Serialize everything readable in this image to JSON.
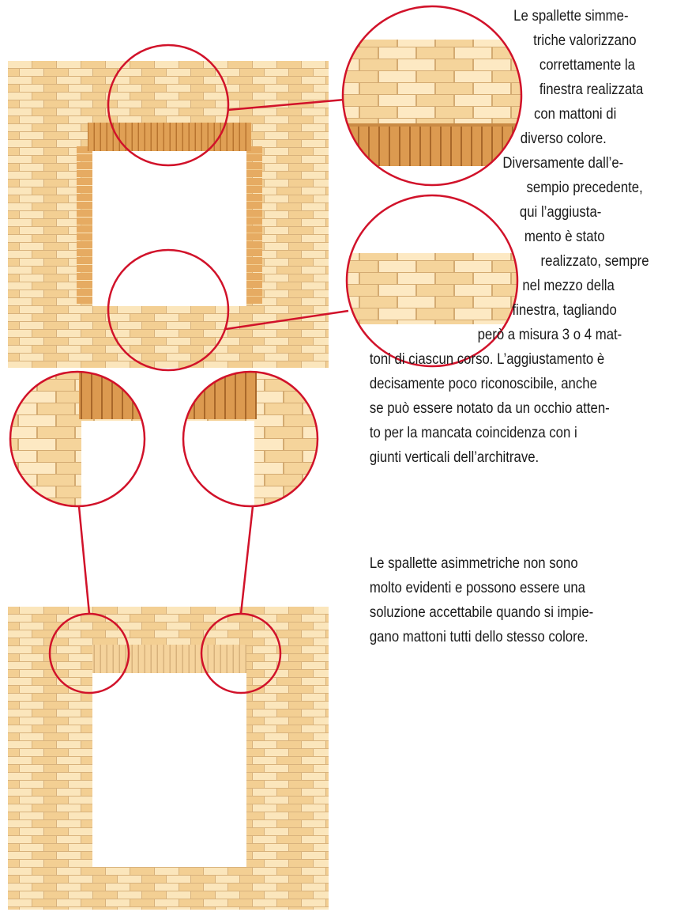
{
  "colors": {
    "wall": "#f3d6a6",
    "brick_light": "#fbe7bf",
    "brick_mid": "#f3cf93",
    "joint": "#d8b27c",
    "soldier_dark": "#df9c50",
    "soldier_joint": "#b8742f",
    "callout_red": "#d1122a",
    "text": "#1a1a1a"
  },
  "icons": [
    "magnifier-circle",
    "callout-line"
  ],
  "text_block_1": {
    "lines": [
      "Le spallette simme-",
      "triche valorizzano",
      "correttamente la",
      "finestra realizzata",
      "con mattoni di",
      "diverso colore.",
      "Diversamente dall’e-",
      "sempio precedente,",
      "qui l’aggiusta-",
      "mento è stato",
      "realizzato, sempre",
      "nel mezzo della",
      "finestra, tagliando",
      "però a misura 3 o 4 mat-",
      "toni di ciascun corso. L’aggiustamento è",
      "decisamente poco riconoscibile, anche",
      "se può essere notato da un occhio atten-",
      "to per la mancata coincidenza con i",
      "giunti verticali dell’architrave."
    ]
  },
  "text_block_2": {
    "lines": [
      "Le spallette asimmetriche non sono",
      "molto evidenti e possono essere una",
      "soluzione accettabile quando si impie-",
      "gano mattoni tutti dello stesso colore."
    ]
  }
}
